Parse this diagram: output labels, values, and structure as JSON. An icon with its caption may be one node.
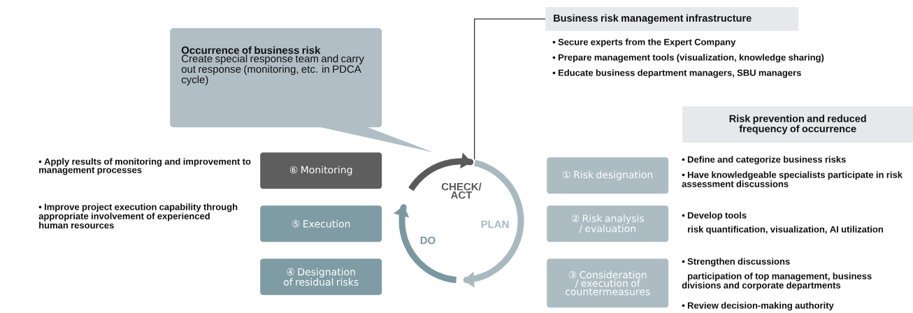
{
  "diagram": {
    "nodes": [
      {
        "text": [
          "Occurrence of business risk",
          "Create special response team and carry out response (monitoring, etc. in PDCA cycle)"
        ]
      },
      {
        "text": [
          "Business risk management infrastructure"
        ],
        "beside": [
          "• Secure experts from the Expert Company",
          "• Prepare management tools (visualization, knowledge sharing)",
          "• Educate business department managers, SBU managers"
        ]
      },
      {
        "text": [
          "Risk prevention and reduced frequency of occurrence"
        ]
      },
      {
        "text": [
          "⑥ Monitoring"
        ],
        "beside": [
          "• Apply results of monitoring and improvement to management processes"
        ]
      },
      {
        "text": [
          "⑤ Execution"
        ],
        "beside": [
          "• Improve project execution capability through appropriate involvement of experienced human resources"
        ]
      },
      {
        "text": [
          "④ Designation of residual risks"
        ]
      },
      {
        "text": [
          "① Risk designation"
        ],
        "beside": [
          "• Define and categorize business risks",
          "• Have knowledgeable specialists participate in risk assessment discussions"
        ]
      },
      {
        "text": [
          "② Risk analysis / evaluation"
        ],
        "beside": [
          "• Develop tools",
          "risk quantification, visualization, AI utilization"
        ]
      },
      {
        "text": [
          "③ Consideration / execution of countermeasures"
        ],
        "beside": [
          "• Strengthen discussions",
          "participation of top management, business divisions and corporate departments",
          "• Review decision-making authority"
        ]
      },
      {
        "text": [
          "CHECK/ ACT",
          "PLAN",
          "DO"
        ]
      }
    ],
    "edges": [
      {
        "from": 1,
        "to": 9,
        "arrow": "none"
      }
    ]
  }
}
